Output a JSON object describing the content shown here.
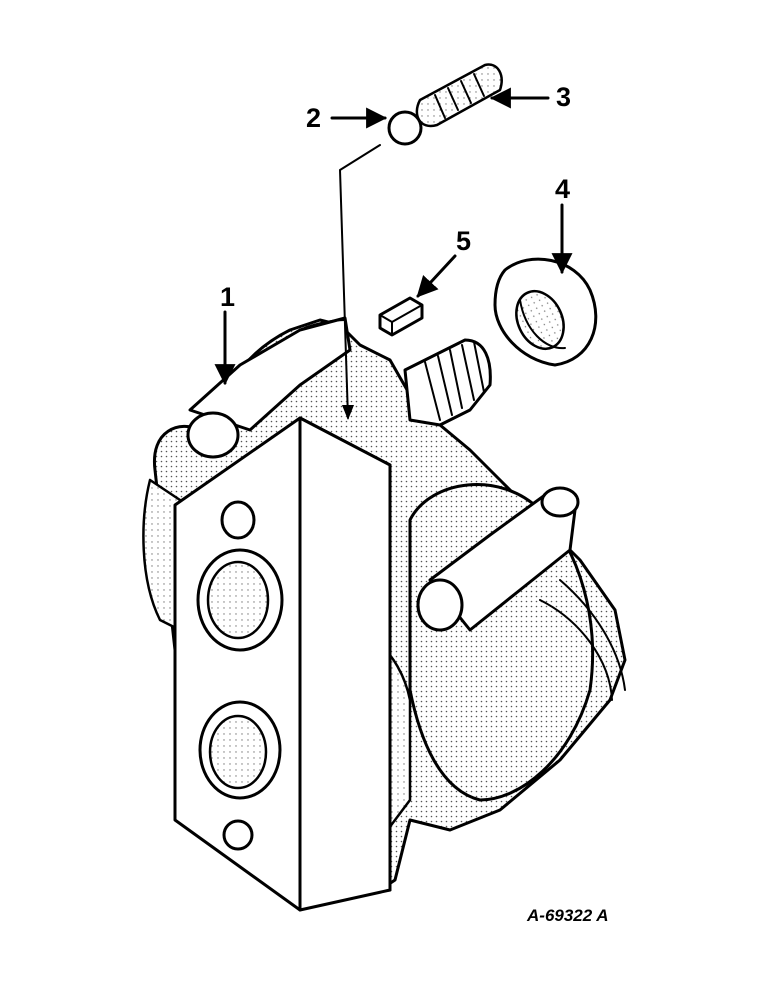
{
  "callouts": [
    {
      "id": "callout-1",
      "label": "1"
    },
    {
      "id": "callout-2",
      "label": "2"
    },
    {
      "id": "callout-3",
      "label": "3"
    },
    {
      "id": "callout-4",
      "label": "4"
    },
    {
      "id": "callout-5",
      "label": "5"
    }
  ],
  "figure_id": "A-69322 A"
}
